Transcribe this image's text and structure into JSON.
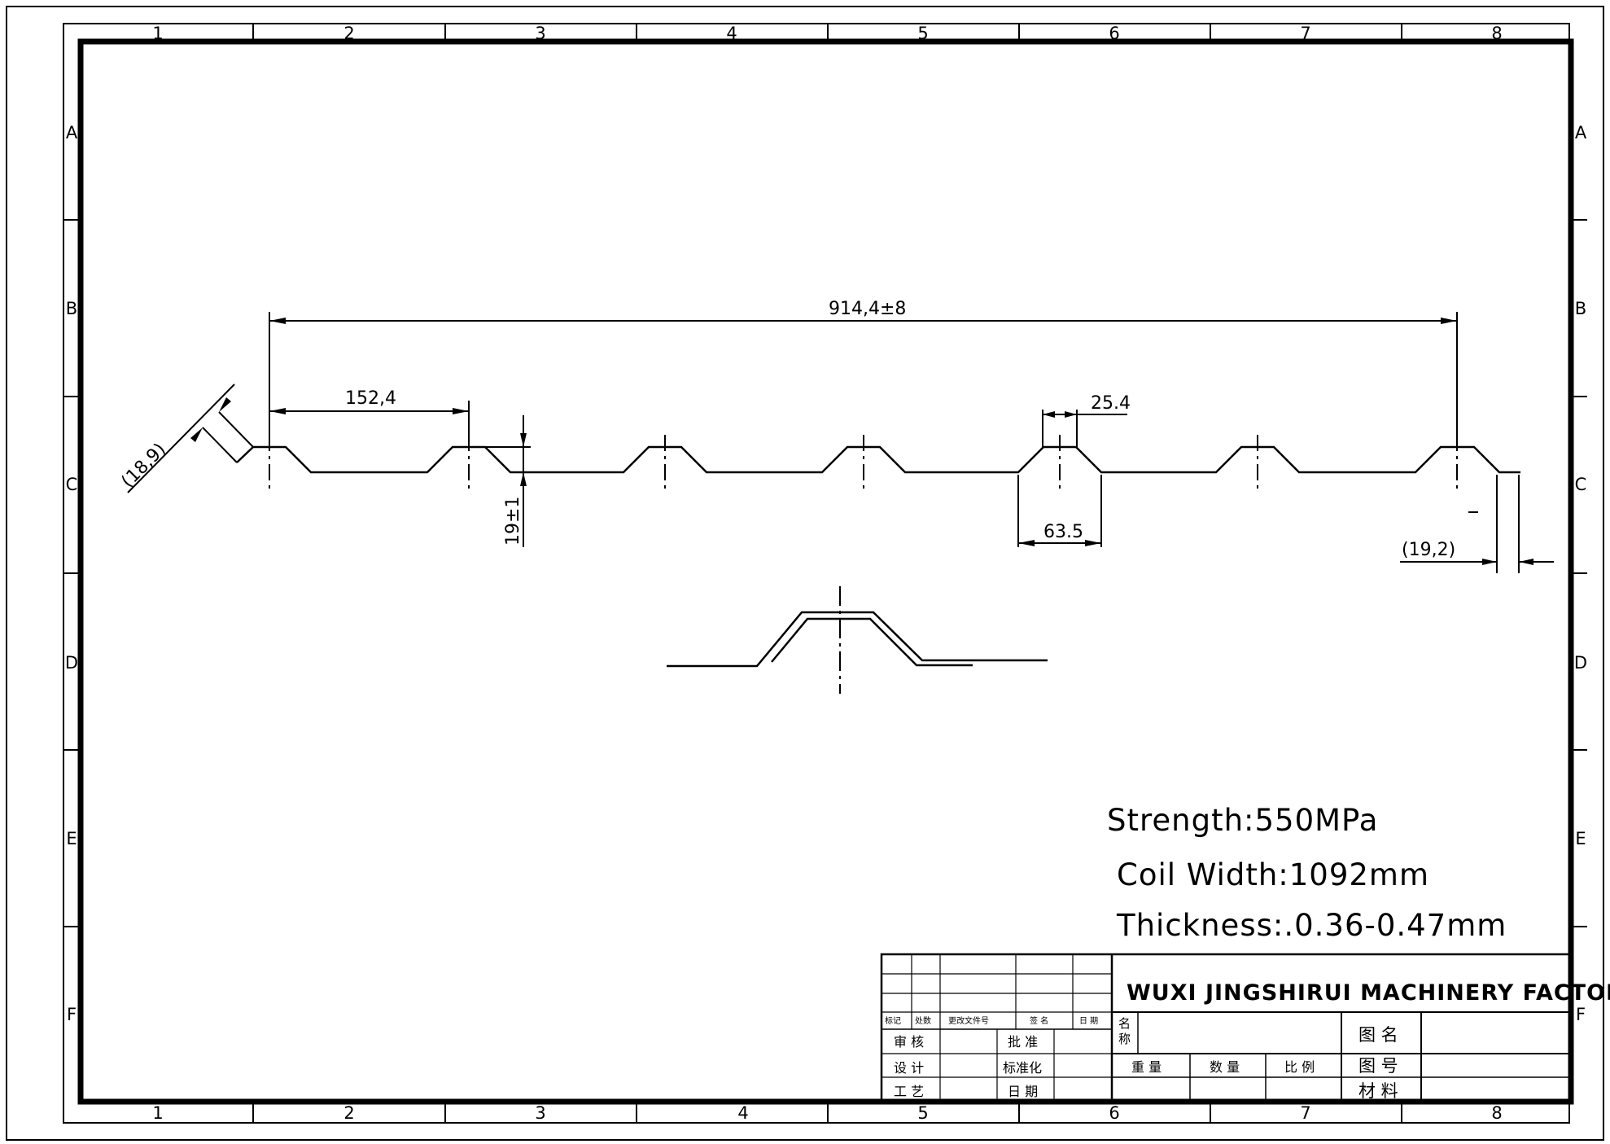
{
  "zone_columns": [
    "1",
    "2",
    "3",
    "4",
    "5",
    "6",
    "7",
    "8"
  ],
  "zone_rows": [
    "A",
    "B",
    "C",
    "D",
    "E",
    "F"
  ],
  "dimensions": {
    "overall_pitch": "914,4±8",
    "rib_spacing": "152,4",
    "rib_top_width": "25.4",
    "rib_base_width": "63.5",
    "rib_height": "19±1",
    "left_edge": "(18,9)",
    "right_edge": "(19,2)",
    "dash_mark": "-"
  },
  "notes": {
    "strength": "Strength:550MPa",
    "coil_width": "Coil Width:1092mm",
    "thickness": "Thickness:.0.36-0.47mm"
  },
  "title_block": {
    "company": "WUXI JINGSHIRUI MACHINERY FACTORY",
    "rev_headers": [
      "标记",
      "处数",
      "更改文件号",
      "签 名",
      "日 期"
    ],
    "name_label_1": "名",
    "name_label_2": "称",
    "drawing_name": "图 名",
    "drawing_number": "图 号",
    "material": "材 料",
    "review": "审 核",
    "approve": "批 准",
    "design": "设 计",
    "standardize": "标准化",
    "process": "工 艺",
    "date": "日 期",
    "weight": "重 量",
    "quantity": "数 量",
    "scale": "比 例"
  }
}
